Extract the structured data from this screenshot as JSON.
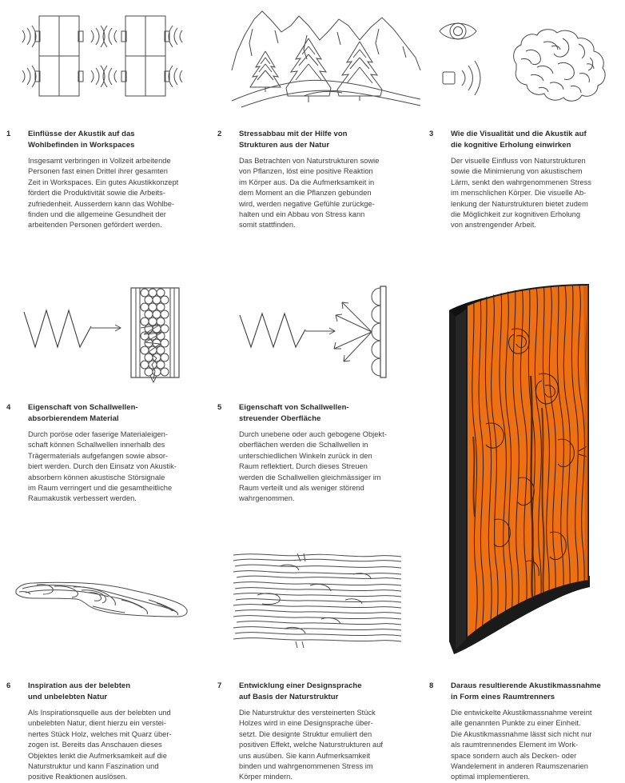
{
  "document": {
    "language": "de",
    "layout": "three-column infographic, 8 numbered sections",
    "accent_color": "#EE7014",
    "line_color": "#4a4a4a",
    "text_color": "#2b2b2b",
    "background": "#ffffff"
  },
  "sections": [
    {
      "number": "1",
      "title": "Einflüsse der Akustik auf das\nWohlbefinden in Workspaces",
      "body": "Insgesamt verbringen in Vollzeit arbeitende\nPersonen fast einen Drittel ihrer gesamten\nZeit in Workspaces. Ein gutes Akustikkonzept\nfördert die Produktivität sowie die Arbeits-\nzufriedenheit. Ausserdem kann das Wohlbe-\nfinden und die allgemeine Gesundheit der\narbeitenden Personen gefördert werden.",
      "illustration": "desks-with-soundwaves"
    },
    {
      "number": "2",
      "title": "Stressabbau mit der Hilfe von\nStrukturen aus der Natur",
      "body": "Das Betrachten von Naturstrukturen sowie\nvon Pflanzen, löst eine positive Reaktion\nim Körper aus. Da die Aufmerksamkeit in\ndem Moment an die Pflanzen gebunden\nwird, werden negative Gefühle zurückge-\nhalten und ein Abbau von Stress kann\nsomit stattfinden.",
      "illustration": "mountain-landscape-with-fir-trees"
    },
    {
      "number": "3",
      "title": "Wie die Visualität und die Akustik auf\ndie kognitive Erholung einwirken",
      "body": "Der visuelle Einfluss von Naturstrukturen\nsowie die Minimierung von akustischem\nLärm, senkt den wahrgenommenen Stress\nim menschlichen Körper. Die visuelle Ab-\nlenkung der Naturstrukturen bietet zudem\ndie Möglichkeit zur kognitiven Erholung\nvon anstrengender Arbeit.",
      "illustration": "eye-soundwave-brain"
    },
    {
      "number": "4",
      "title": "Eigenschaft von Schallwellen-\nabsorbierendem Material",
      "body": "Durch poröse oder faserige Materialeigen-\nschaft können Schallwellen innerhalb des\nTrägermaterials aufgefangen sowie absor-\nbiert werden. Durch den Einsatz von Akustik-\nabsorbern können akustische Störsignale\nim Raum verringert und die gesamtheitliche\nRaumakustik verbessert werden.",
      "illustration": "soundwave-into-porous-absorber-panel"
    },
    {
      "number": "5",
      "title": "Eigenschaft von Schallwellen-\nstreuender Oberfläche",
      "body": "Durch unebene oder auch gebogene Objekt-\noberflächen werden die Schallwellen in\nunterschiedlichen Winkeln zurück in den\nRaum reflektiert. Durch dieses Streuen\nwerden die Schallwellen gleichmässiger im\nRaum verteilt und als weniger störend\nwahrgenommen.",
      "illustration": "soundwave-scattering-off-curved-surface"
    },
    {
      "number": "6",
      "title": "Inspiration aus der belebten\nund unbelebten Natur",
      "body": "Als Inspirationsquelle aus der belebten und\nunbelebten Natur, dient hierzu ein verstei-\nnertes Stück Holz, welches mit Quarz über-\nzogen ist. Bereits das Anschauen dieses\nObjektes lenkt die Aufmerksamkeit auf die\nNaturstruktur und kann Faszination und\npositive Reaktionen auslösen.",
      "illustration": "petrified-wood-piece"
    },
    {
      "number": "7",
      "title": "Entwicklung einer Designsprache\nauf Basis der Naturstruktur",
      "body": "Die Naturstruktur des versteinerten Stück\nHolzes wird in eine Designsprache über-\nsetzt. Die designte Struktur emuliert den\npositiven Effekt, welche Naturstrukturen auf\nuns ausüben. Sie kann Aufmerksamkeit\nbinden und wahrgenommenen Stress im\nKörper mindern.",
      "illustration": "wood-grain-pattern"
    },
    {
      "number": "8",
      "title": "Daraus resultierende Akustikmassnahme\nin Form eines Raumtrenners",
      "body": "Die entwickelte Akustikmassnahme vereint\nalle genannten Punkte zu einer Einheit.\nDie Akustikmassnahme lässt sich nicht nur\nals raumtrennendes Element im Work-\nspace sondern auch als Decken- oder\nWandelement in anderen Raumszenarien\noptimal implementieren.",
      "illustration": "orange-curved-room-divider"
    }
  ]
}
